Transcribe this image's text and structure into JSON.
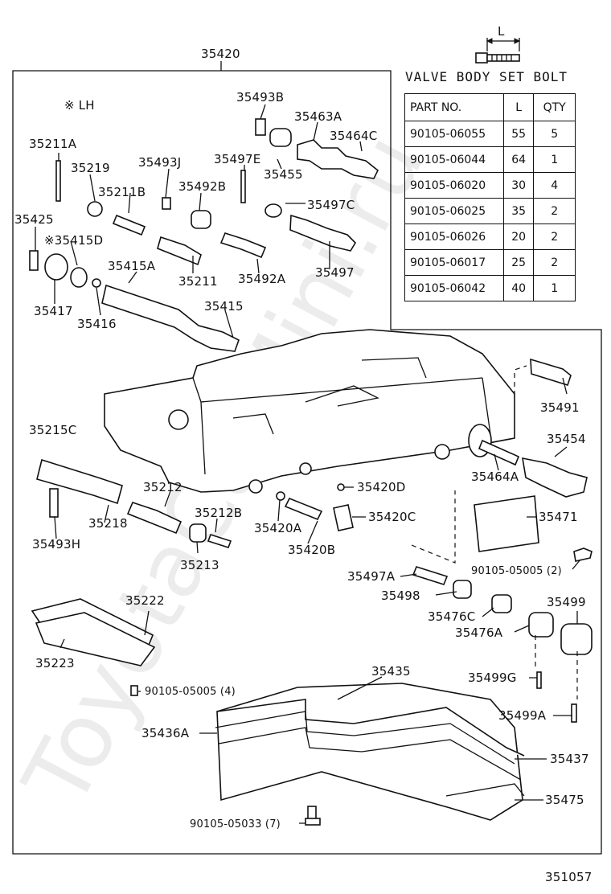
{
  "diagram": {
    "assembly_label": "35420",
    "note_lh": "※ LH",
    "figure_number": "351057",
    "watermark": "ToyotaCarMini.ru",
    "labels": {
      "p35493B": "35493B",
      "p35463A": "35463A",
      "p35464C": "35464C",
      "p35211A": "35211A",
      "p35219": "35219",
      "p35493J": "35493J",
      "p35497E": "35497E",
      "p35455": "35455",
      "p35211B": "35211B",
      "p35492B": "35492B",
      "p35497C": "35497C",
      "p35425": "35425",
      "p35415D": "※35415D",
      "p35415A": "35415A",
      "p35211": "35211",
      "p35492A": "35492A",
      "p35497": "35497",
      "p35417": "35417",
      "p35416": "35416",
      "p35415": "35415",
      "p35491": "35491",
      "p35215C": "35215C",
      "p35454": "35454",
      "p35464A": "35464A",
      "p35212": "35212",
      "p35420D": "35420D",
      "p35212B": "35212B",
      "p35218": "35218",
      "p35420A": "35420A",
      "p35420C": "35420C",
      "p35471": "35471",
      "p35493H": "35493H",
      "p35213": "35213",
      "p35420B": "35420B",
      "p90105_05005_2": "90105-05005 (2)",
      "p35497A": "35497A",
      "p35222": "35222",
      "p35498": "35498",
      "p35499": "35499",
      "p35476C": "35476C",
      "p35476A": "35476A",
      "p35223": "35223",
      "p35435": "35435",
      "p35499G": "35499G",
      "p90105_05005_4": "90105-05005 (4)",
      "p35499A": "35499A",
      "p35436A": "35436A",
      "p35437": "35437",
      "p35475": "35475",
      "p90105_05033_7": "90105-05033 (7)"
    }
  },
  "bolt_table": {
    "title": "VALVE BODY SET BOLT",
    "dimension_label": "L",
    "headers": [
      "PART NO.",
      "L",
      "QTY"
    ],
    "rows": [
      [
        "90105-06055",
        "55",
        "5"
      ],
      [
        "90105-06044",
        "64",
        "1"
      ],
      [
        "90105-06020",
        "30",
        "4"
      ],
      [
        "90105-06025",
        "35",
        "2"
      ],
      [
        "90105-06026",
        "20",
        "2"
      ],
      [
        "90105-06017",
        "25",
        "2"
      ],
      [
        "90105-06042",
        "40",
        "1"
      ]
    ]
  }
}
